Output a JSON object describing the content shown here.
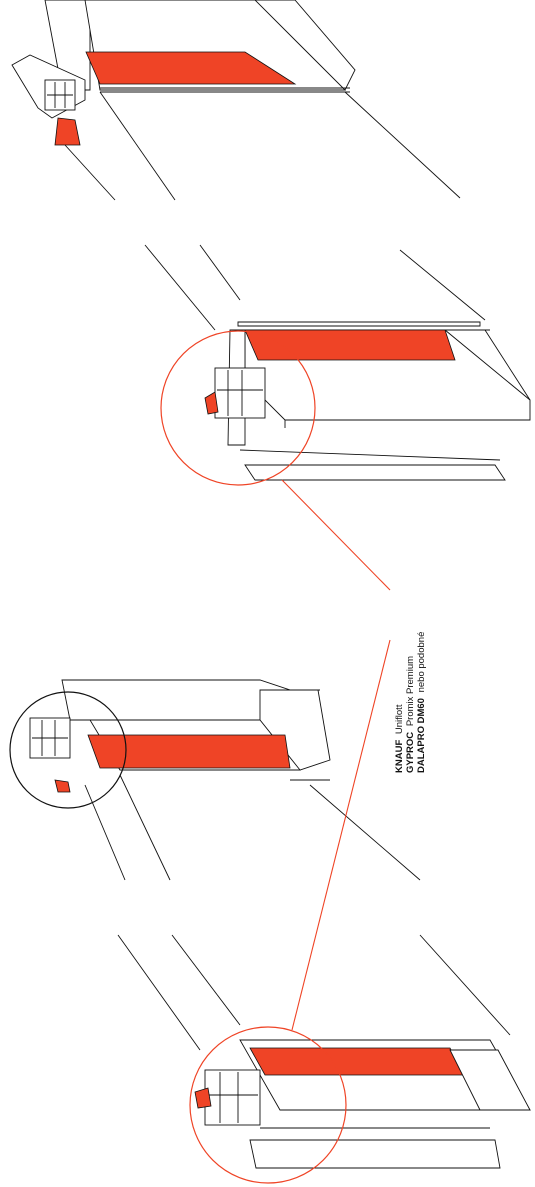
{
  "colors": {
    "accent": "#ef4426",
    "line": "#111111",
    "background": "#ffffff"
  },
  "callout": {
    "lines": [
      {
        "brand": "KNAUF",
        "product": "Uniflott"
      },
      {
        "brand": "GYPROC",
        "product": "Promix Premium"
      },
      {
        "brand": "DALAPRO DM60",
        "product": "nebo podobné"
      }
    ]
  }
}
